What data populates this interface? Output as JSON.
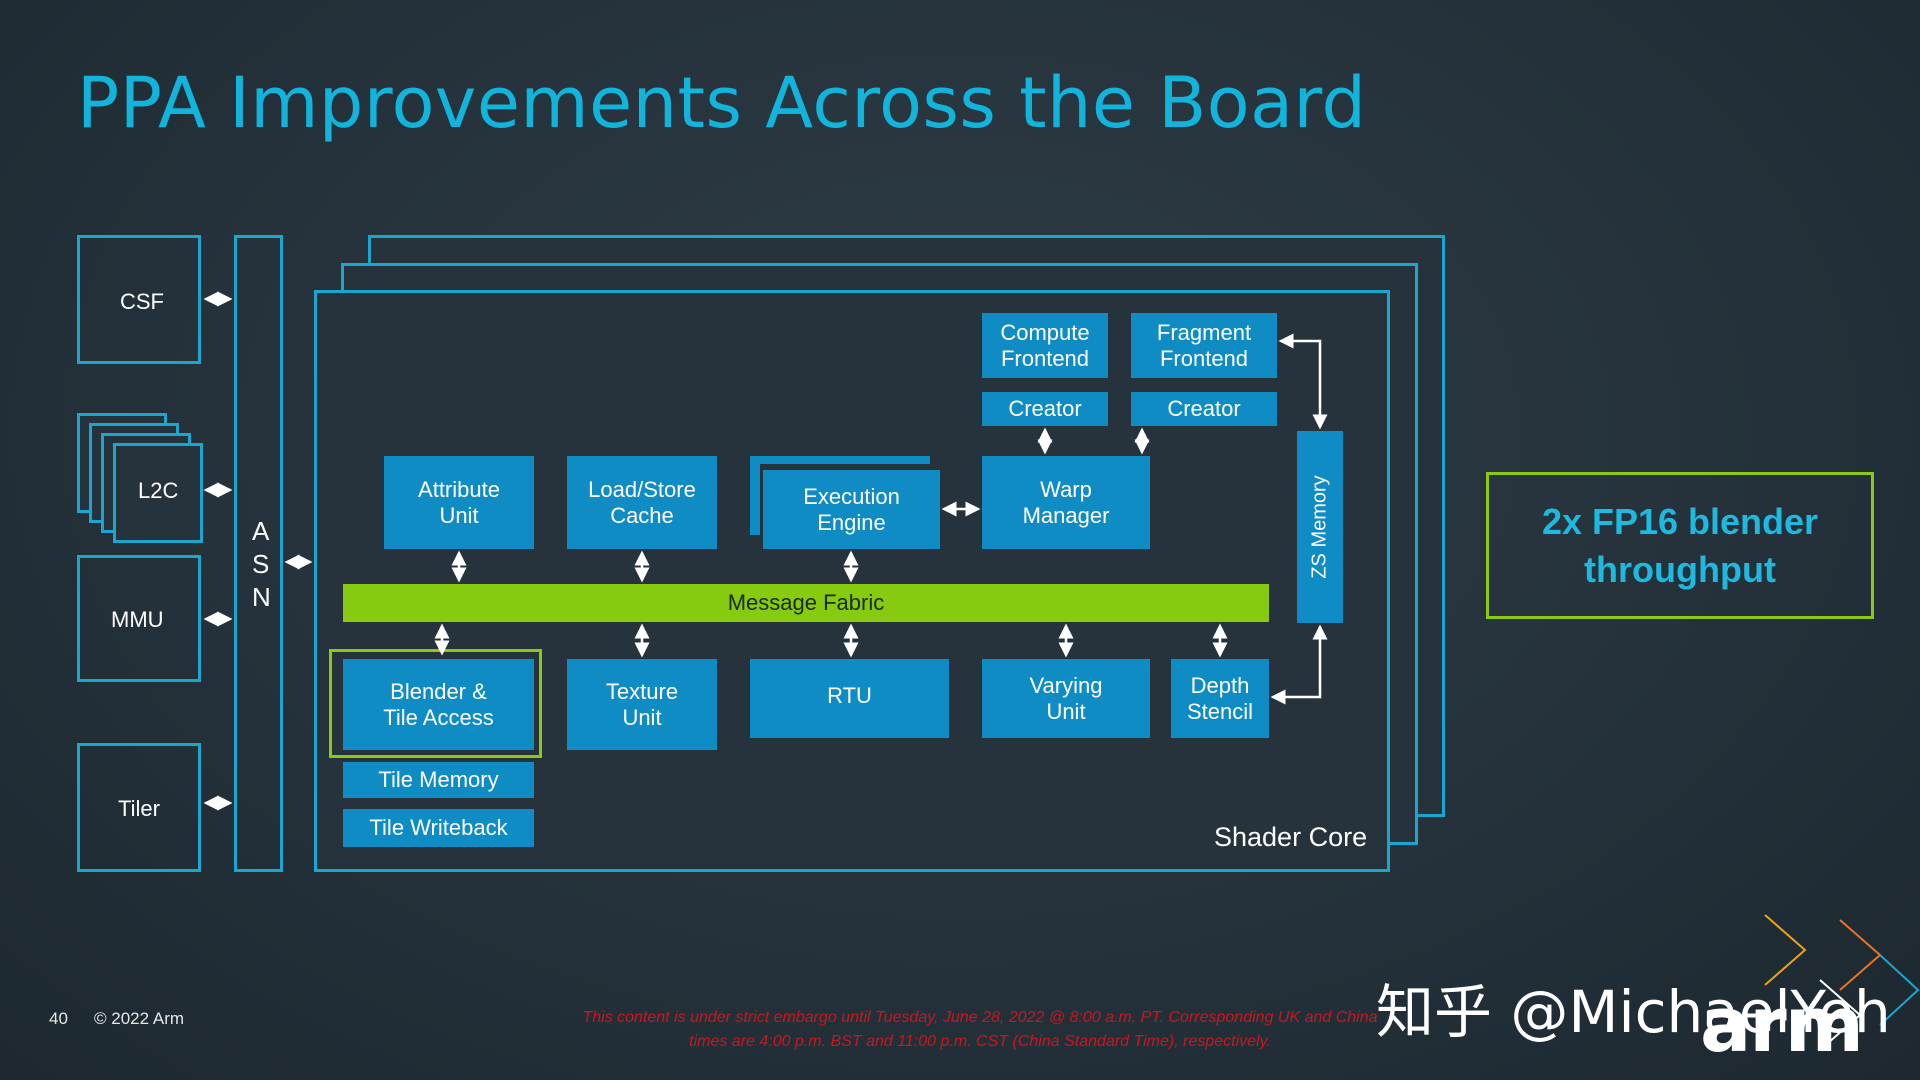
{
  "title": "PPA Improvements Across the Board",
  "left_units": {
    "csf": "CSF",
    "l2c": "L2C",
    "mmu": "MMU",
    "tiler": "Tiler"
  },
  "asn": [
    "A",
    "S",
    "N"
  ],
  "shader_core_label": "Shader Core",
  "blocks": {
    "compute_frontend": "Compute\nFrontend",
    "fragment_frontend": "Fragment\nFrontend",
    "compute_creator": "Creator",
    "fragment_creator": "Creator",
    "attribute_unit": "Attribute\nUnit",
    "load_store_cache": "Load/Store\nCache",
    "execution_engine": "Execution\nEngine",
    "warp_manager": "Warp\nManager",
    "zs_memory": "ZS Memory",
    "message_fabric": "Message Fabric",
    "blender_tile_access": "Blender &\nTile Access",
    "texture_unit": "Texture\nUnit",
    "rtu": "RTU",
    "varying_unit": "Varying\nUnit",
    "depth_stencil": "Depth\nStencil",
    "tile_memory": "Tile Memory",
    "tile_writeback": "Tile Writeback"
  },
  "callout": "2x FP16 blender\nthroughput",
  "footer": {
    "page_number": "40",
    "copyright": "© 2022 Arm",
    "embargo_line1": "This content is under strict embargo until Tuesday, June 28, 2022 @ 8:00 a.m. PT. Corresponding UK and China",
    "embargo_line2": "times are 4:00 p.m. BST and 11:00 p.m. CST (China Standard Time), respectively."
  },
  "watermark": "知乎 @MichaelYeh",
  "logo": "arm",
  "colors": {
    "title": "#12b4dc",
    "block": "#0f8cc4",
    "outline": "#1ba6cf",
    "highlight": "#8bc915",
    "embargo": "#c8171d"
  }
}
